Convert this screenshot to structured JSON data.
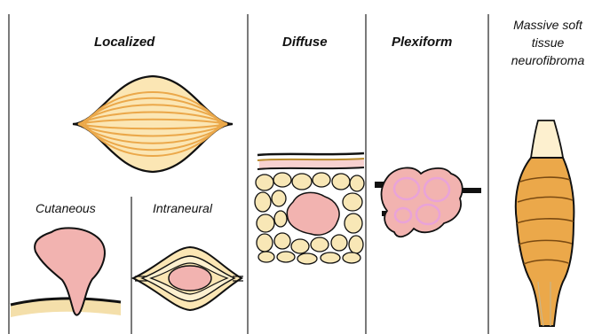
{
  "labels": {
    "localized": "Localized",
    "cutaneous": "Cutaneous",
    "intraneural": "Intraneural",
    "diffuse": "Diffuse",
    "plexiform": "Plexiform",
    "massive": "Massive soft tissue neurofibroma"
  },
  "colors": {
    "lesion_pink": "#f2b3b0",
    "fibers_orange": "#eba84a",
    "tan_fill": "#fbe6b4",
    "fat_yellow": "#f8e7b6",
    "plexiform_border": "#e9a3d8",
    "outline": "#111111"
  }
}
